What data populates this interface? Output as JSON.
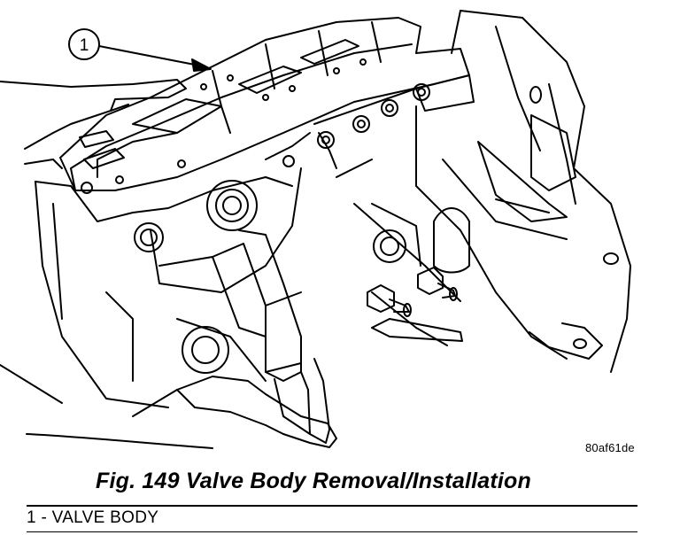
{
  "figure": {
    "code": "80af61de",
    "caption": "Fig. 149 Valve Body Removal/Installation"
  },
  "callouts": [
    {
      "number": "1"
    }
  ],
  "legend": {
    "items": [
      {
        "text": "1 - VALVE BODY"
      }
    ]
  },
  "colors": {
    "ink": "#000000",
    "paper": "#ffffff"
  }
}
